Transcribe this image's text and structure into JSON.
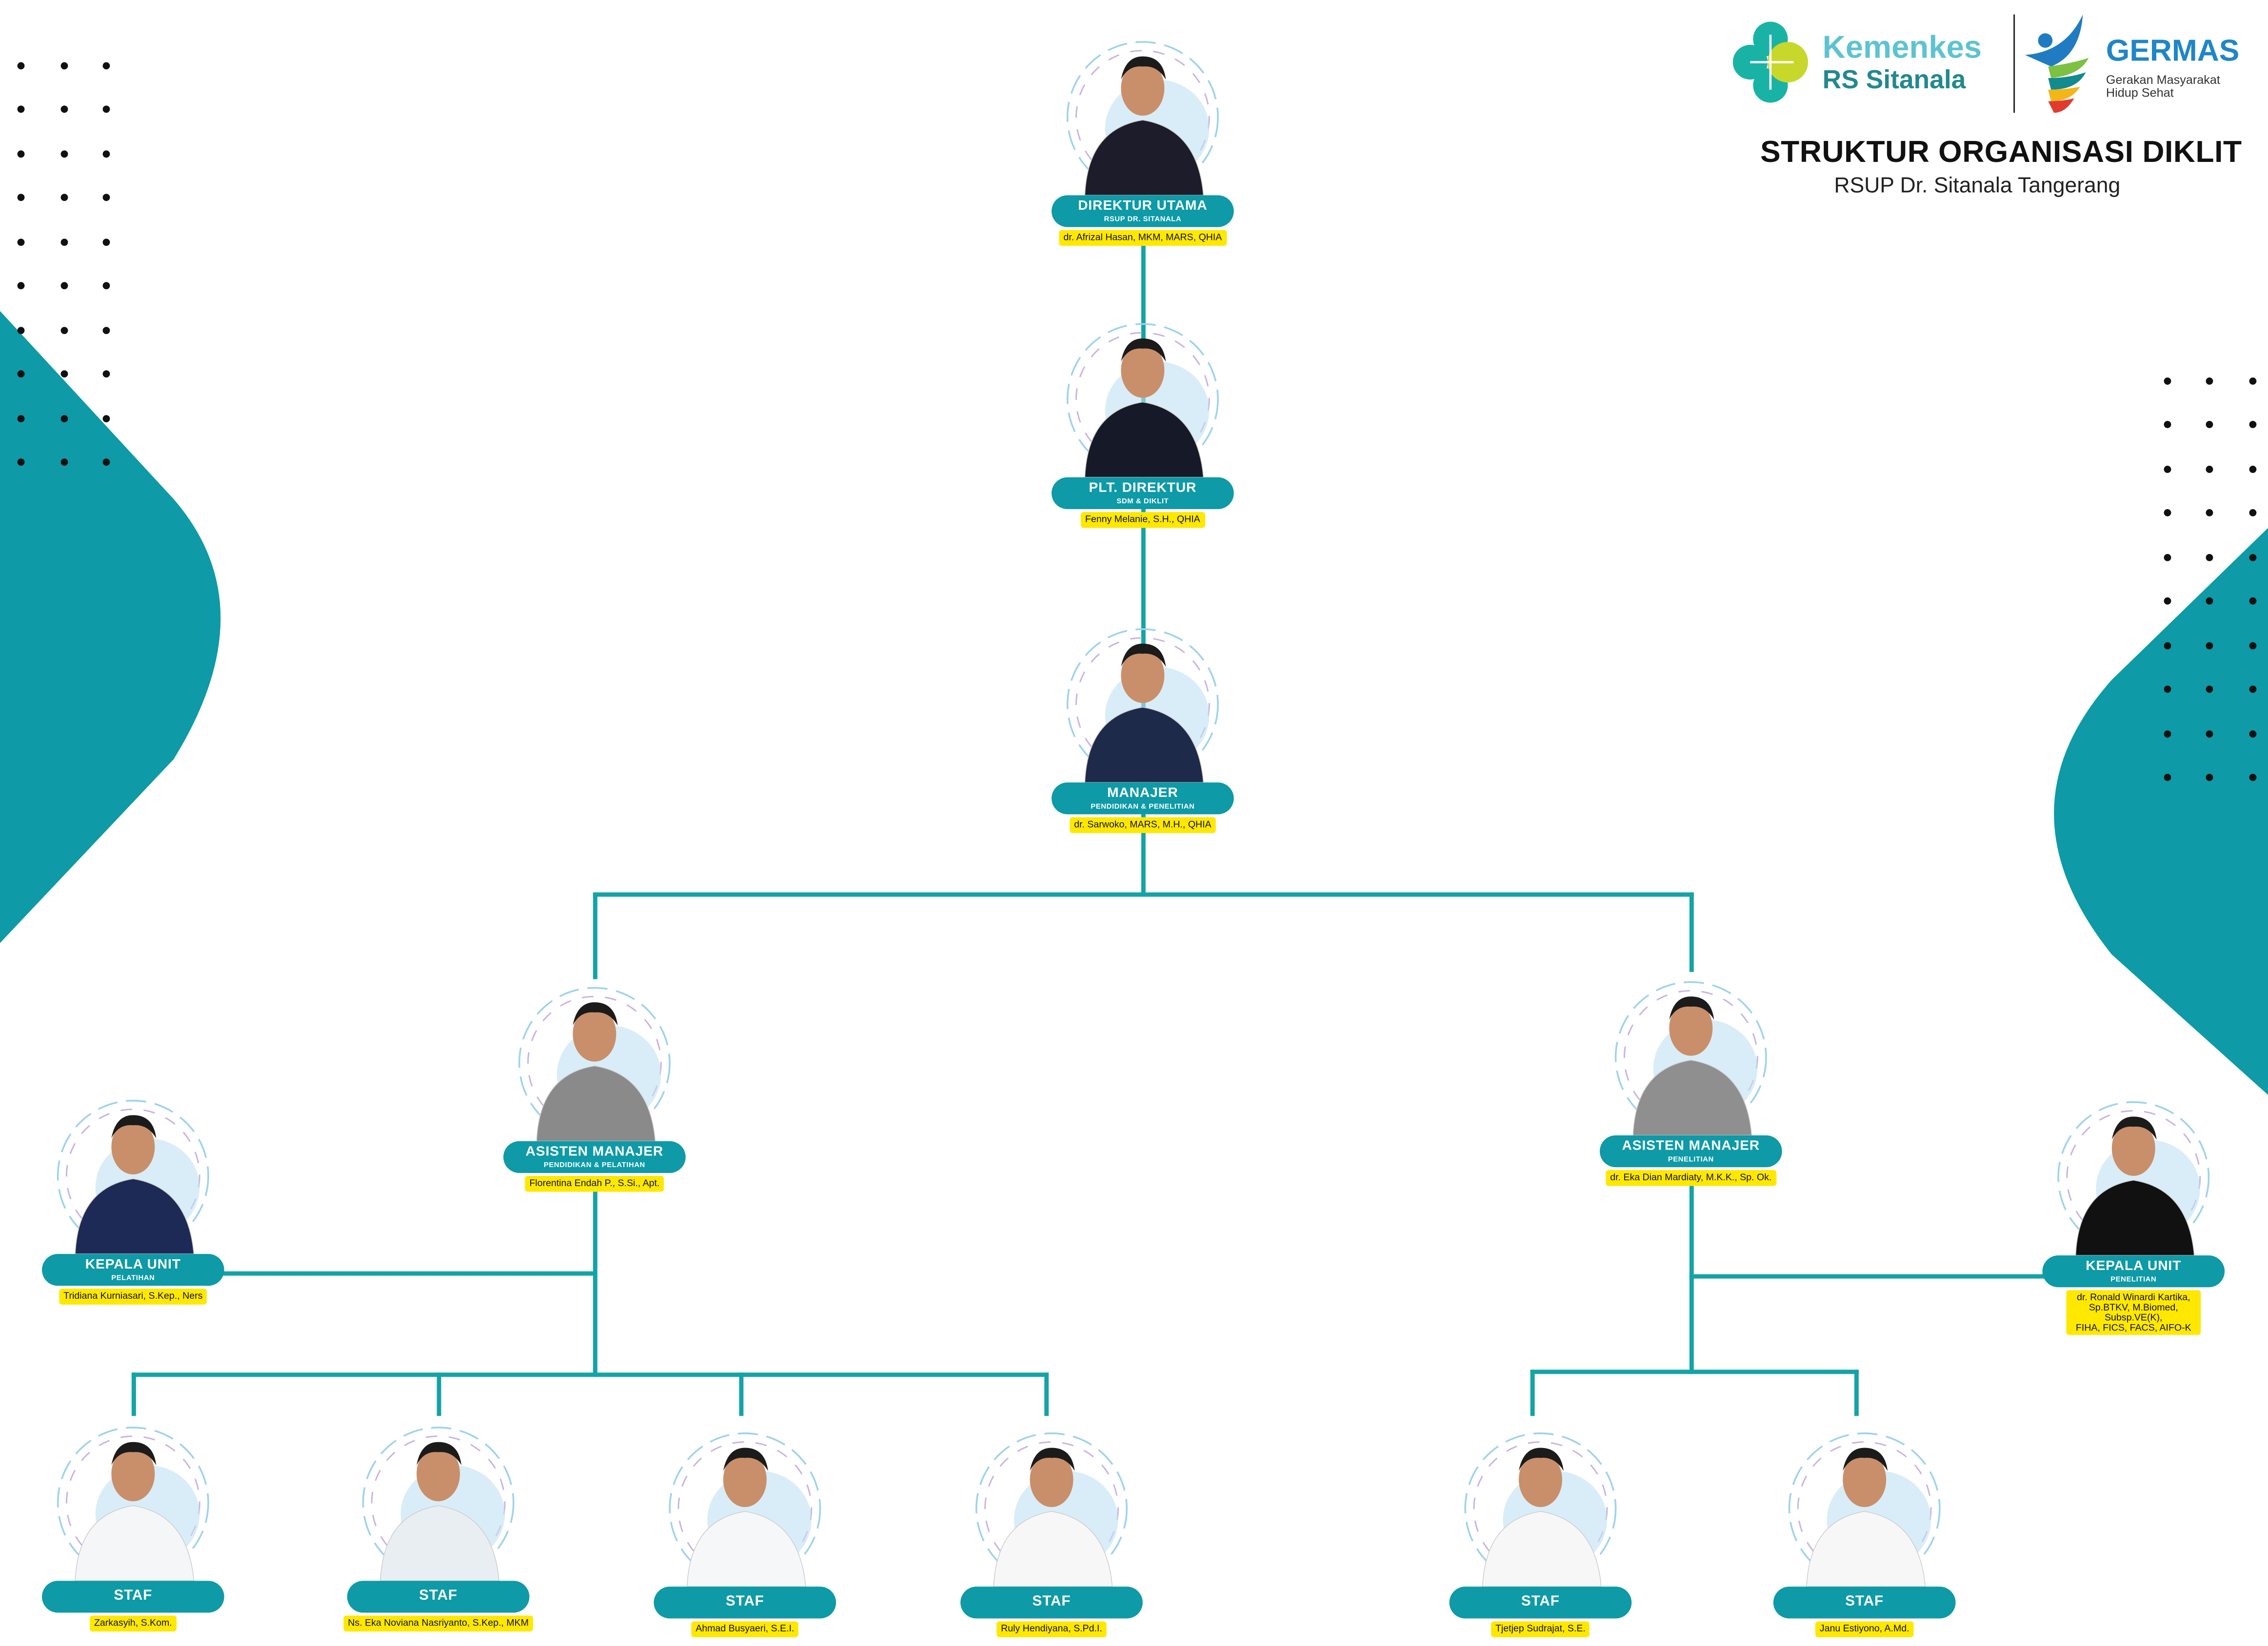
{
  "header": {
    "title": "STRUKTUR ORGANISASI DIKLIT",
    "subtitle": "RSUP Dr. Sitanala Tangerang",
    "logo_kemenkes": {
      "line1": "Kemenkes",
      "line2": "RS Sitanala"
    },
    "logo_germas": {
      "name": "GERMAS",
      "tagline1": "Gerakan Masyarakat",
      "tagline2": "Hidup Sehat"
    }
  },
  "colors": {
    "teal": "#0e9aa7",
    "line": "#14a3a6",
    "name_bg": "#ffe800"
  },
  "nodes": [
    {
      "id": "direktur-utama",
      "title": "DIREKTUR UTAMA",
      "unit": "RSUP DR. SITANALA",
      "name": "dr. Afrizal Hasan, MKM, MARS, QHIA"
    },
    {
      "id": "plt-direktur",
      "title": "PLT. DIREKTUR",
      "unit": "SDM & DIKLIT",
      "name": "Fenny Melanie, S.H., QHIA"
    },
    {
      "id": "manajer",
      "title": "MANAJER",
      "unit": "PENDIDIKAN & PENELITIAN",
      "name": "dr. Sarwoko, MARS, M.H., QHIA"
    },
    {
      "id": "asisten-manajer-pendidikan",
      "title": "ASISTEN MANAJER",
      "unit": "PENDIDIKAN & PELATIHAN",
      "name": "Florentina Endah P., S.Si., Apt."
    },
    {
      "id": "asisten-manajer-penelitian",
      "title": "ASISTEN MANAJER",
      "unit": "PENELITIAN",
      "name": "dr. Eka Dian Mardiaty, M.K.K., Sp. Ok."
    },
    {
      "id": "kepala-unit-pelatihan",
      "title": "KEPALA UNIT",
      "unit": "PELATIHAN",
      "name": "Tridiana Kurniasari, S.Kep., Ners"
    },
    {
      "id": "kepala-unit-penelitian",
      "title": "KEPALA UNIT",
      "unit": "PENELITIAN",
      "name": "dr. Ronald Winardi Kartika,\nSp.BTKV, M.Biomed, Subsp.VE(K),\nFIHA, FICS, FACS, AIFO-K"
    },
    {
      "id": "staf-1",
      "title": "STAF",
      "unit": "",
      "name": "Zarkasyih, S.Kom."
    },
    {
      "id": "staf-2",
      "title": "STAF",
      "unit": "",
      "name": "Ns. Eka Noviana Nasriyanto, S.Kep., MKM"
    },
    {
      "id": "staf-3",
      "title": "STAF",
      "unit": "",
      "name": "Ahmad Busyaeri, S.E.I."
    },
    {
      "id": "staf-4",
      "title": "STAF",
      "unit": "",
      "name": "Ruly Hendiyana, S.Pd.I."
    },
    {
      "id": "staf-5",
      "title": "STAF",
      "unit": "",
      "name": "Tjetjep Sudrajat, S.E."
    },
    {
      "id": "staf-6",
      "title": "STAF",
      "unit": "",
      "name": "Janu Estiyono, A.Md."
    }
  ]
}
